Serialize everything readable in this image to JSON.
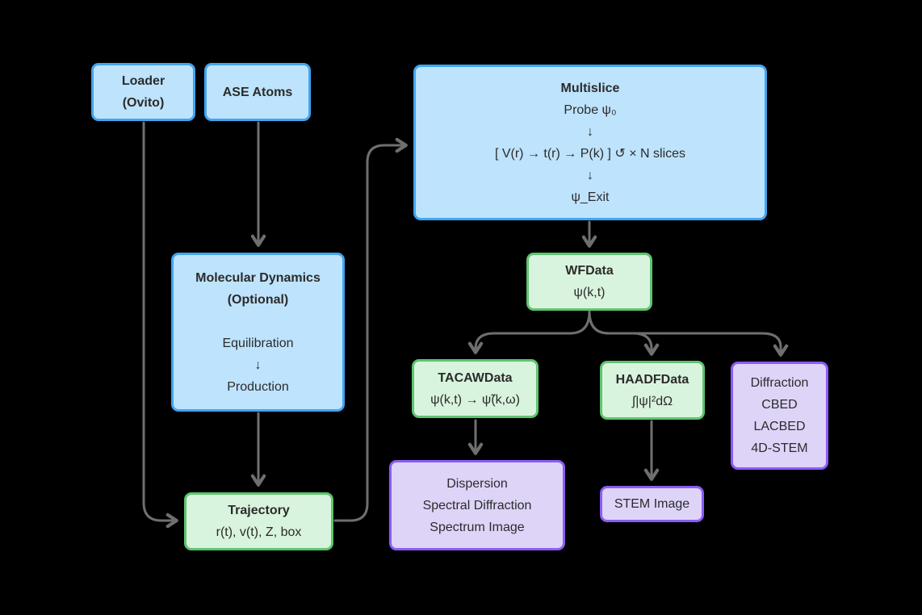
{
  "diagram": {
    "palette": {
      "background": "#000000",
      "blue_fill": "#bee3fc",
      "blue_border": "#42a5f0",
      "green_fill": "#d9f4de",
      "green_border": "#5ec46e",
      "purple_fill": "#ded4f8",
      "purple_border": "#8b5cf6",
      "arrow": "#6f6f6f",
      "text": "#2b2b2b"
    },
    "nodes": {
      "loader": {
        "lines": [
          "Loader",
          "(Ovito)"
        ]
      },
      "ase_atoms": {
        "lines": [
          "ASE Atoms"
        ]
      },
      "multislice": {
        "lines": [
          "Multislice",
          "Probe ψ₀",
          "↓",
          "[ V(r) → t(r) → P(k) ] ↺ × N slices",
          "↓",
          "ψ_Exit"
        ]
      },
      "molecular_dynamics": {
        "lines": [
          "Molecular Dynamics",
          "(Optional)",
          "",
          "Equilibration",
          "↓",
          "Production"
        ]
      },
      "wfdata": {
        "lines": [
          "WFData",
          "ψ(k,t)"
        ]
      },
      "tacawdata": {
        "lines": [
          "TACAWData",
          "ψ(k,t) → ψ̃(k,ω)"
        ]
      },
      "haadfdata": {
        "lines": [
          "HAADFData",
          "∫|ψ|²dΩ"
        ]
      },
      "diffraction": {
        "lines": [
          "Diffraction",
          "CBED",
          "LACBED",
          "4D-STEM"
        ]
      },
      "dispersion": {
        "lines": [
          "Dispersion",
          "Spectral Diffraction",
          "Spectrum Image"
        ]
      },
      "stem_image": {
        "lines": [
          "STEM Image"
        ]
      },
      "trajectory": {
        "lines": [
          "Trajectory",
          "r(t), v(t), Z, box"
        ]
      }
    },
    "connectors": [
      {
        "from": "loader",
        "to": "trajectory"
      },
      {
        "from": "ase_atoms",
        "to": "molecular_dynamics"
      },
      {
        "from": "molecular_dynamics",
        "to": "trajectory"
      },
      {
        "from": "trajectory",
        "to": "multislice"
      },
      {
        "from": "multislice",
        "to": "wfdata"
      },
      {
        "from": "wfdata",
        "to": "tacawdata"
      },
      {
        "from": "wfdata",
        "to": "haadfdata"
      },
      {
        "from": "wfdata",
        "to": "diffraction"
      },
      {
        "from": "tacawdata",
        "to": "dispersion"
      },
      {
        "from": "haadfdata",
        "to": "stem_image"
      }
    ]
  }
}
